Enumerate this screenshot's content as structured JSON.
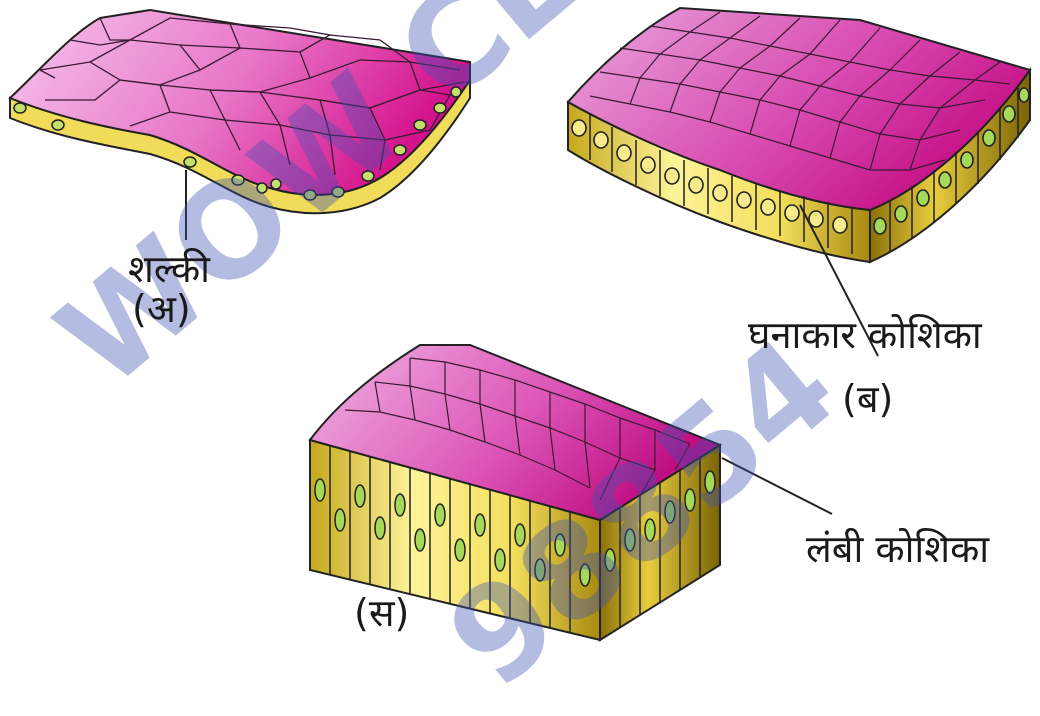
{
  "labels": {
    "a_name": "शल्की",
    "a_tag": "(अ)",
    "b_name": "घनाकार कोशिका",
    "b_tag": "(ब)",
    "c_name": "लंबी कोशिका",
    "c_tag": "(स)"
  },
  "watermark": {
    "line1": "WOW CLASSES",
    "line2": "98854"
  },
  "colors": {
    "surface_light": "#f2b9e7",
    "surface_dark": "#d6128e",
    "cell_fill": "#f4e36a",
    "cell_dark": "#b99a12",
    "nucleus": "#a6d85a",
    "outline": "#222222",
    "watermark": "#3c50b4"
  }
}
